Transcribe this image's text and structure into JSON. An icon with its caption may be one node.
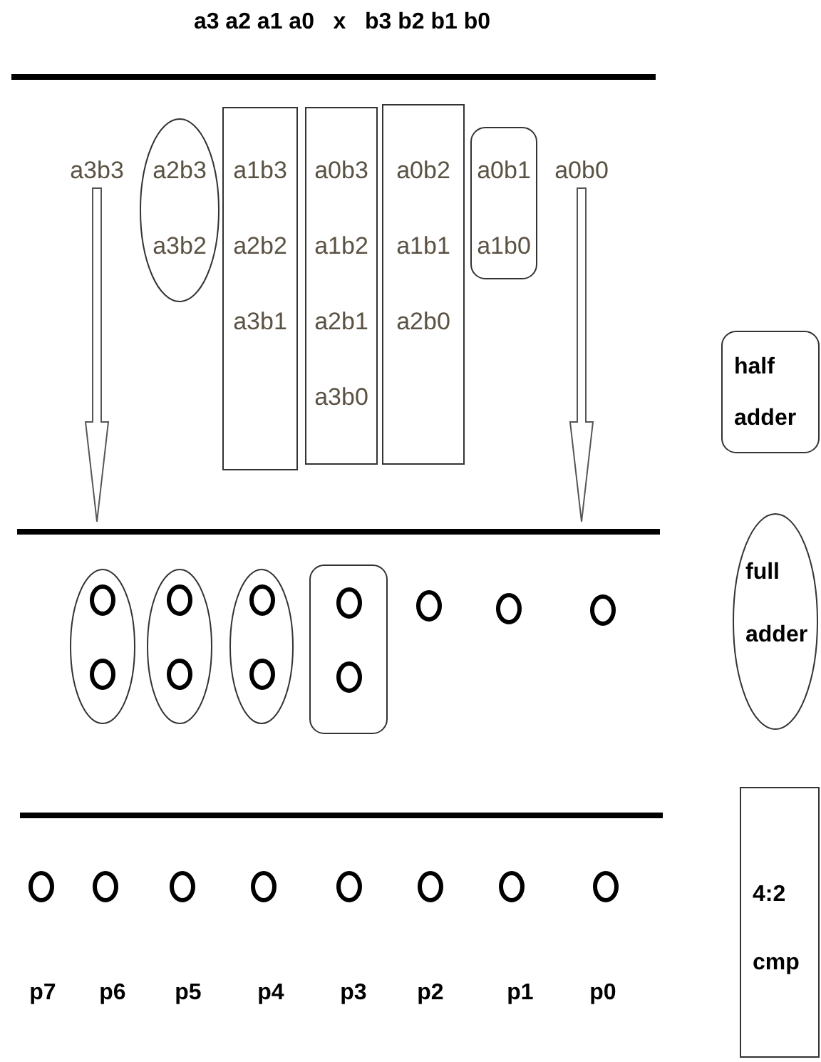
{
  "diagram": {
    "title": "a3 a2 a1 a0   x   b3 b2 b1 b0",
    "nodes": [
      {
        "text": [
          "a3b3"
        ]
      },
      {
        "text": [
          "a2b3",
          "a3b2"
        ]
      },
      {
        "text": [
          "a1b3",
          "a2b2",
          "a3b1"
        ]
      },
      {
        "text": [
          "a0b3",
          "a1b2",
          "a2b1",
          "a3b0"
        ]
      },
      {
        "text": [
          "a0b2",
          "a1b1",
          "a2b0"
        ]
      },
      {
        "text": [
          "a0b1",
          "a1b0"
        ]
      },
      {
        "text": [
          "a0b0"
        ]
      },
      {
        "text": [
          "half adder"
        ]
      },
      {
        "text": [],
        "shape": "ellipse"
      },
      {
        "text": [],
        "shape": "circle",
        "in": 8
      },
      {
        "text": [],
        "shape": "circle",
        "in": 8
      },
      {
        "text": [],
        "shape": "ellipse"
      },
      {
        "text": [],
        "shape": "circle",
        "in": 11
      },
      {
        "text": [],
        "shape": "circle",
        "in": 11
      },
      {
        "text": [],
        "shape": "ellipse"
      },
      {
        "text": [],
        "shape": "circle",
        "in": 14
      },
      {
        "text": [],
        "shape": "circle",
        "in": 14
      },
      {
        "text": [],
        "shape": "box"
      },
      {
        "text": [],
        "shape": "circle",
        "in": 17
      },
      {
        "text": [],
        "shape": "circle",
        "in": 17
      },
      {
        "text": [],
        "shape": "circle"
      },
      {
        "text": [],
        "shape": "circle"
      },
      {
        "text": [],
        "shape": "circle"
      },
      {
        "text": [
          "full adder"
        ]
      },
      {
        "text": [],
        "shape": "circle"
      },
      {
        "text": [],
        "shape": "circle"
      },
      {
        "text": [],
        "shape": "circle"
      },
      {
        "text": [],
        "shape": "circle"
      },
      {
        "text": [],
        "shape": "circle"
      },
      {
        "text": [],
        "shape": "circle"
      },
      {
        "text": [],
        "shape": "circle"
      },
      {
        "text": [],
        "shape": "circle"
      },
      {
        "text": [
          "4:2 cmp"
        ]
      }
    ],
    "edges": [
      {
        "from": 0,
        "to": null,
        "arrow": "to"
      },
      {
        "from": 6,
        "to": null,
        "arrow": "to"
      }
    ],
    "labels": [
      "p7",
      "p6",
      "p5",
      "p4",
      "p3",
      "p2",
      "p1",
      "p0"
    ]
  }
}
